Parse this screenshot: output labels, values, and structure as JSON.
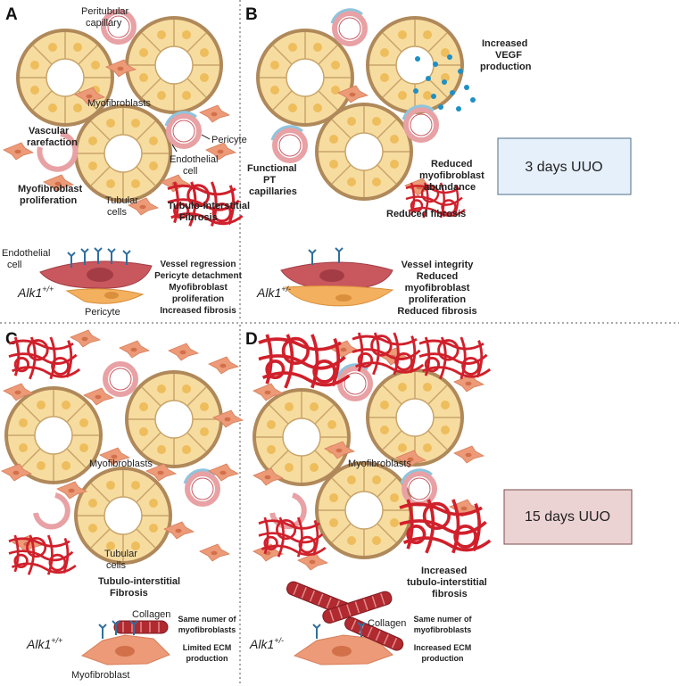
{
  "panels": {
    "a": {
      "letter": "A",
      "peritubular": [
        "Peritubular",
        "capillary"
      ],
      "myofibroblasts": "Myofibroblasts",
      "pericyte": "Pericyte",
      "vascular": [
        "Vascular",
        "rarefaction"
      ],
      "endothelial": [
        "Endothelial",
        "cell"
      ],
      "tubular": [
        "Tubular",
        "cells"
      ],
      "myo_prolif": [
        "Myofibroblast",
        "proliferation"
      ],
      "ti_fibrosis": [
        "Tubulo-interstitial",
        "Fibrosis"
      ],
      "endo_bottom": [
        "Endothelial",
        "cell"
      ],
      "genotype": "Alk1",
      "genotype_sup": "+/+",
      "pericyte_bottom": "Pericyte",
      "summary": [
        "Vessel regression",
        "Pericyte detachment",
        "Myofibroblast",
        "proliferation",
        "Increased fibrosis"
      ]
    },
    "b": {
      "letter": "B",
      "vegf": [
        "Increased",
        "VEGF",
        "production"
      ],
      "functional": [
        "Functional",
        "PT",
        "capillaries"
      ],
      "reduced_myo": [
        "Reduced",
        "myofibroblast",
        "abundance"
      ],
      "reduced_fib": "Reduced fibrosis",
      "genotype": "Alk1",
      "genotype_sup": "+/-",
      "summary": [
        "Vessel integrity",
        "Reduced",
        "myofibroblast",
        "proliferation",
        "Reduced fibrosis"
      ],
      "box": "3 days UUO"
    },
    "c": {
      "letter": "C",
      "myofibroblasts": "Myofibroblasts",
      "tubular": [
        "Tubular",
        "cells"
      ],
      "ti_fibrosis": [
        "Tubulo-interstitial",
        "Fibrosis"
      ],
      "collagen": "Collagen",
      "genotype": "Alk1",
      "genotype_sup": "+/+",
      "summary": [
        "Same numer of",
        "myofibroblasts",
        "",
        "Limited ECM",
        "production"
      ],
      "myofibroblast": "Myofibroblast"
    },
    "d": {
      "letter": "D",
      "myofibroblasts": "Myofibroblasts",
      "increased": [
        "Increased",
        "tubulo-interstitial",
        "fibrosis"
      ],
      "collagen": "Collagen",
      "genotype": "Alk1",
      "genotype_sup": "+/-",
      "summary": [
        "Same numer of",
        "myofibroblasts",
        "",
        "Increased ECM",
        "production"
      ],
      "box": "15 days UUO"
    }
  },
  "colors": {
    "tubule_wall": "#b0895a",
    "cell_fill": "#f7dca0",
    "nucleus": "#eebd5c",
    "myofibroblast": "#ec9a77",
    "capillary": "#e8a1a4",
    "fibrosis": "#d0202b",
    "box_3d": "#e6f0fa",
    "box_15d": "#ecd3d3"
  }
}
